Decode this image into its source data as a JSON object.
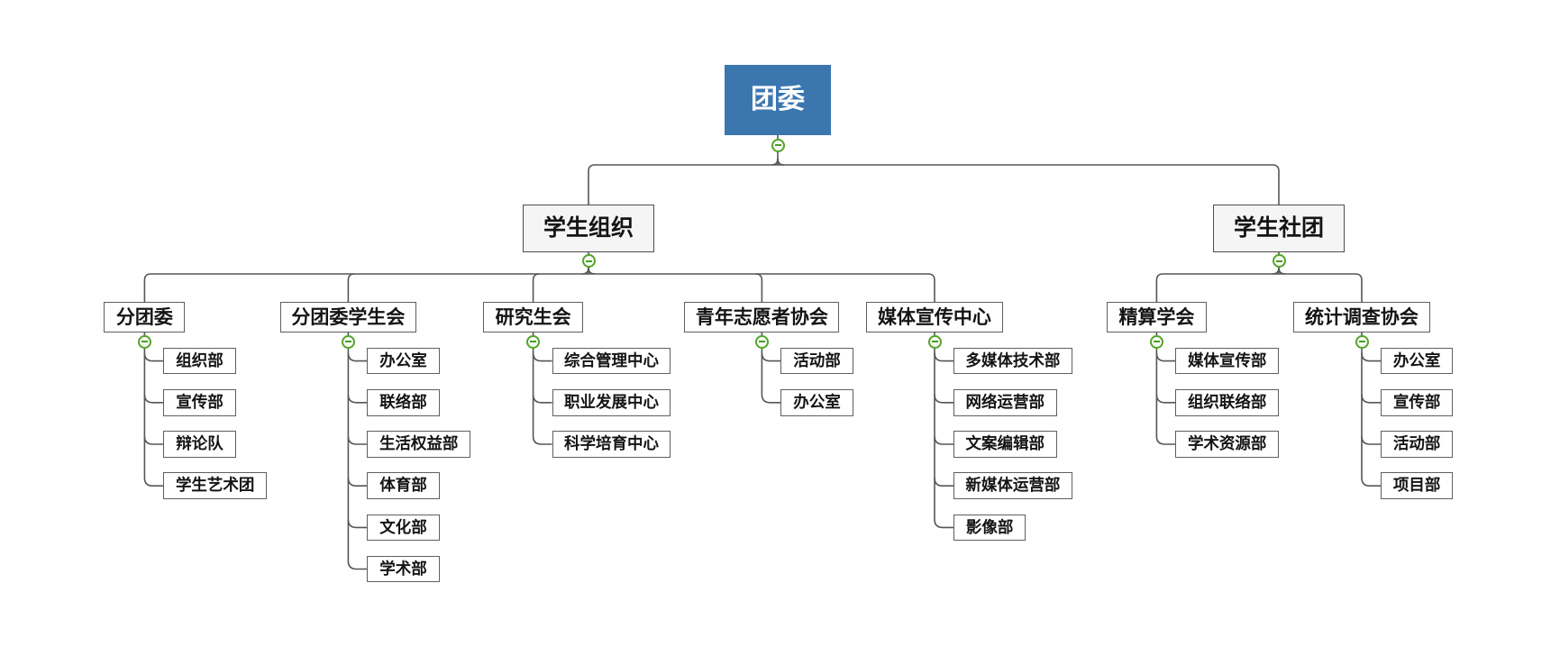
{
  "colors": {
    "background": "#ffffff",
    "root_fill": "#3b76af",
    "root_text": "#ffffff",
    "node_fill": "#ffffff",
    "group_fill": "#f5f5f5",
    "node_border": "#5f5f5f",
    "connector_line": "#565656",
    "text": "#141414",
    "collapse_ring_green": "#55a32b",
    "collapse_minus_green": "#4a9e25",
    "collapse_fill": "#f6faf3"
  },
  "collapse_button": {
    "symbol": "−",
    "state": "expanded"
  },
  "org_tree": {
    "root": {
      "label": "团委"
    },
    "groups": [
      {
        "label": "学生组织",
        "departments": [
          {
            "label": "分团委",
            "children": [
              "组织部",
              "宣传部",
              "辩论队",
              "学生艺术团"
            ]
          },
          {
            "label": "分团委学生会",
            "children": [
              "办公室",
              "联络部",
              "生活权益部",
              "体育部",
              "文化部",
              "学术部"
            ]
          },
          {
            "label": "研究生会",
            "children": [
              "综合管理中心",
              "职业发展中心",
              "科学培育中心"
            ]
          },
          {
            "label": "青年志愿者协会",
            "children": [
              "活动部",
              "办公室"
            ]
          },
          {
            "label": "媒体宣传中心",
            "children": [
              "多媒体技术部",
              "网络运营部",
              "文案编辑部",
              "新媒体运营部",
              "影像部"
            ]
          }
        ]
      },
      {
        "label": "学生社团",
        "departments": [
          {
            "label": "精算学会",
            "children": [
              "媒体宣传部",
              "组织联络部",
              "学术资源部"
            ]
          },
          {
            "label": "统计调查协会",
            "children": [
              "办公室",
              "宣传部",
              "活动部",
              "项目部"
            ]
          }
        ]
      }
    ]
  }
}
